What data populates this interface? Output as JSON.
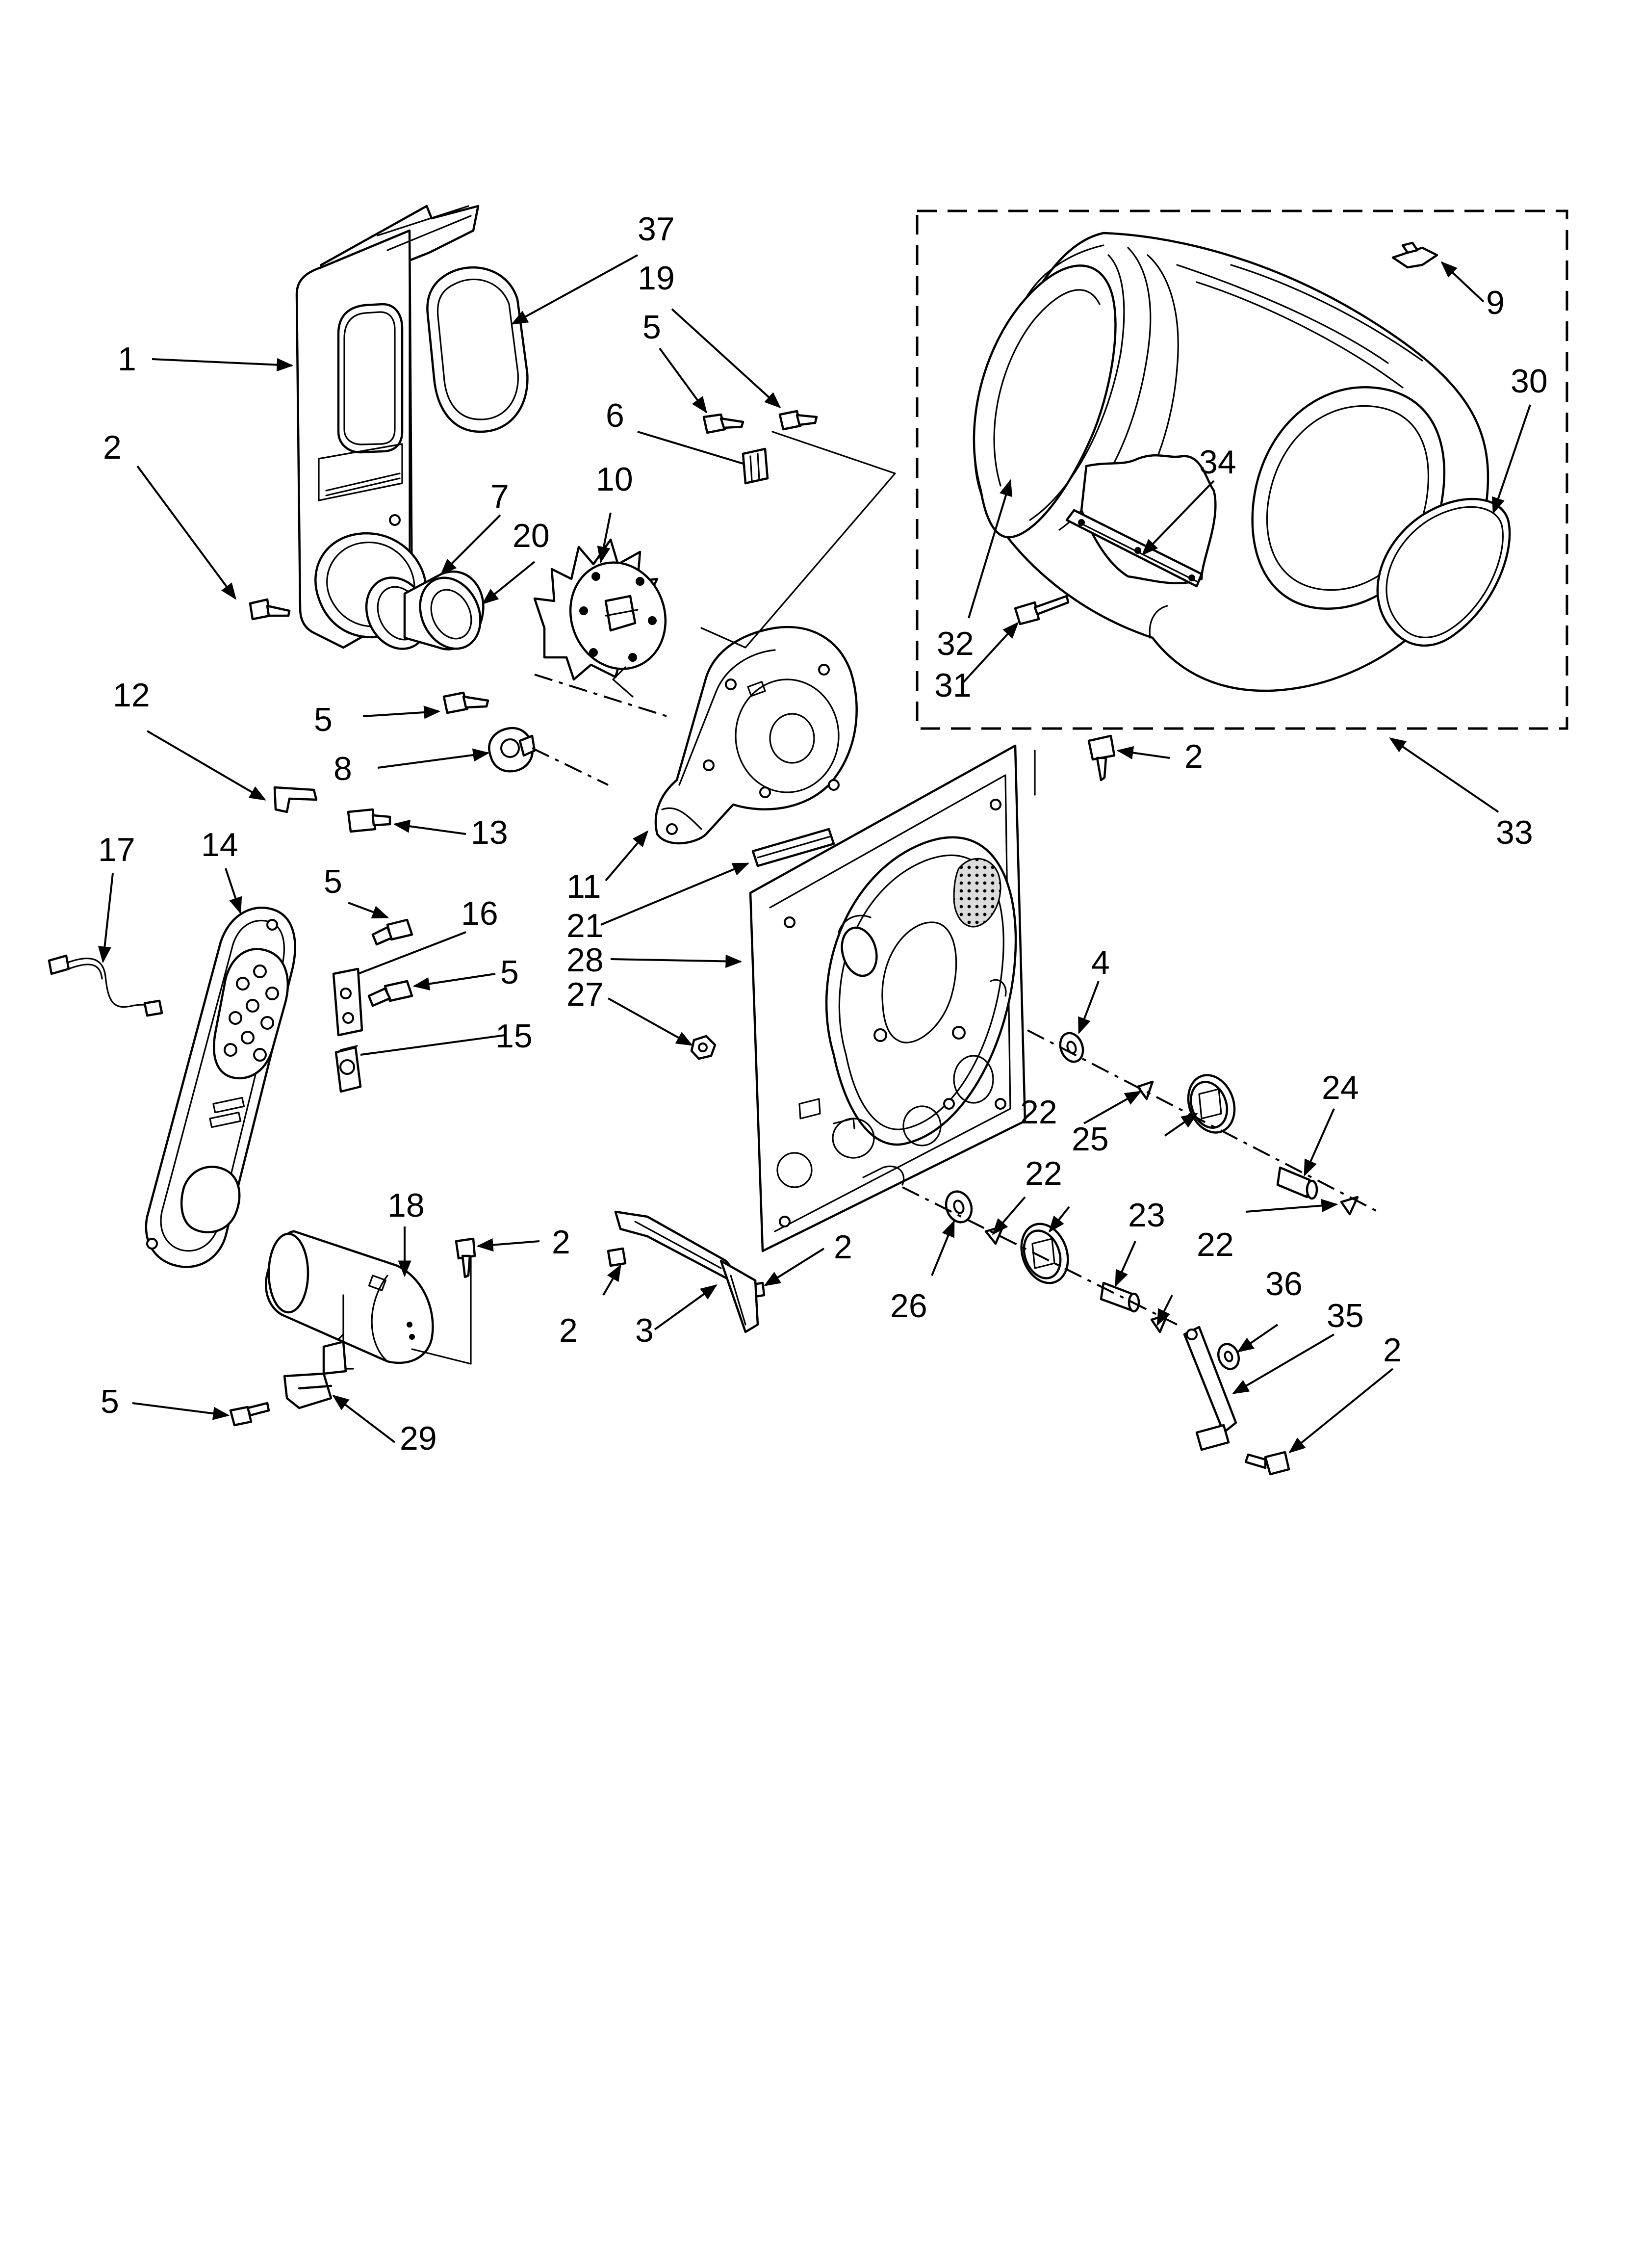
{
  "callouts": {
    "c1": "1",
    "c2a": "2",
    "c2b": "2",
    "c2c": "2",
    "c2d": "2",
    "c2e": "2",
    "c2f": "2",
    "c3": "3",
    "c4": "4",
    "c5a": "5",
    "c5b": "5",
    "c5c": "5",
    "c5d": "5",
    "c5e": "5",
    "c6": "6",
    "c7": "7",
    "c8": "8",
    "c9": "9",
    "c10": "10",
    "c11": "11",
    "c12": "12",
    "c13": "13",
    "c14": "14",
    "c15": "15",
    "c16": "16",
    "c17": "17",
    "c18": "18",
    "c19": "19",
    "c20": "20",
    "c21": "21",
    "c22a": "22",
    "c22b": "22",
    "c22c": "22",
    "c23": "23",
    "c24": "24",
    "c25": "25",
    "c26": "26",
    "c27": "27",
    "c28": "28",
    "c29": "29",
    "c30": "30",
    "c31": "31",
    "c32": "32",
    "c33": "33",
    "c34": "34",
    "c35": "35",
    "c36": "36",
    "c37": "37"
  }
}
